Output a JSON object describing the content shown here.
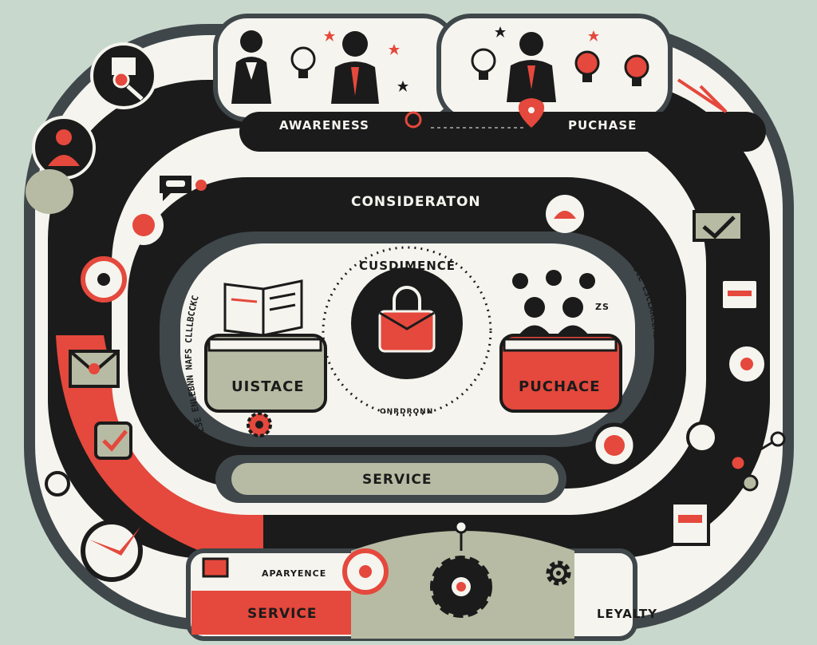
{
  "colors": {
    "background": "#c9d8cc",
    "dark": "#3f474b",
    "black": "#1b1b1b",
    "red": "#e5483c",
    "sage": "#b7bba3",
    "light": "#f5f4ee"
  },
  "stages": {
    "awareness": "AWARENESS",
    "purchase_top": "PUCHASE",
    "consideration": "CONSIDERATON",
    "customer_center": "CUSDIMENCE",
    "center_sub": "ONRDRONN",
    "left_box": "UISTACE",
    "right_box": "PUCHACE",
    "service_inner": "SERVICE",
    "apparence": "APARYENCE",
    "service_bottom": "SERVICE",
    "loyalty": "LEYALTY"
  },
  "decor": {
    "left_arc_text": "HOWLSE ENLEBNN NAFS CLLLBCCKC",
    "right_arc_text": "ESCE ESCLAREEAENCE CSIEEUNE",
    "badge_text": "ZS"
  },
  "icons": [
    "search-icon",
    "person-icon",
    "chat-icon",
    "target-icon",
    "mail-icon",
    "checklist-icon",
    "lightbulb-icon",
    "businesswoman-icon",
    "businessman-icon",
    "gear-icon",
    "checkmark-icon",
    "briefcase-icon",
    "location-pin-icon",
    "book-icon",
    "shopping-bag-icon",
    "people-icon",
    "star-icon",
    "arrow-icon"
  ]
}
